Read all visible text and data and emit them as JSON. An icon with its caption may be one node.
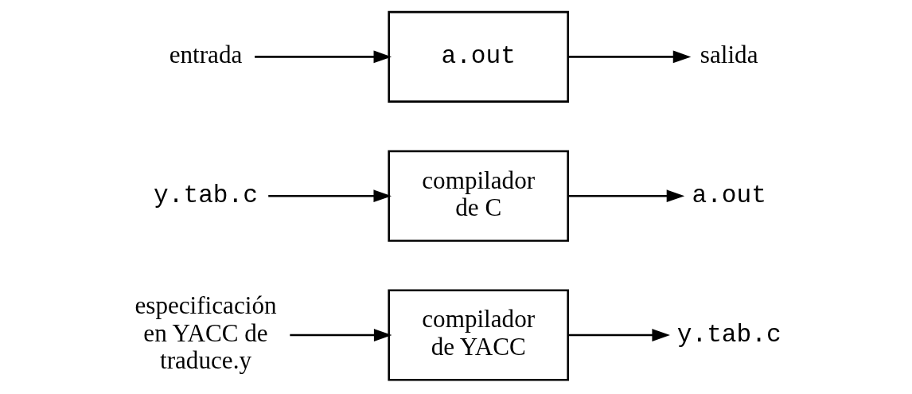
{
  "diagram": {
    "nodes": [
      {
        "text": [
          "especificación en YACC de traduce.y"
        ]
      },
      {
        "text": [
          "compilador de YACC"
        ]
      },
      {
        "text": [
          "y.tab.c"
        ]
      },
      {
        "text": [
          "y.tab.c"
        ]
      },
      {
        "text": [
          "compilador de C"
        ]
      },
      {
        "text": [
          "a.out"
        ]
      },
      {
        "text": [
          "entrada"
        ]
      },
      {
        "text": [
          "a.out"
        ]
      },
      {
        "text": [
          "salida"
        ]
      }
    ],
    "edges": [
      {
        "from": 0,
        "to": 1,
        "arrow": "to"
      },
      {
        "from": 1,
        "to": 2,
        "arrow": "to"
      },
      {
        "from": 3,
        "to": 4,
        "arrow": "to"
      },
      {
        "from": 4,
        "to": 5,
        "arrow": "to"
      },
      {
        "from": 6,
        "to": 7,
        "arrow": "to"
      },
      {
        "from": 7,
        "to": 8,
        "arrow": "to"
      }
    ]
  }
}
